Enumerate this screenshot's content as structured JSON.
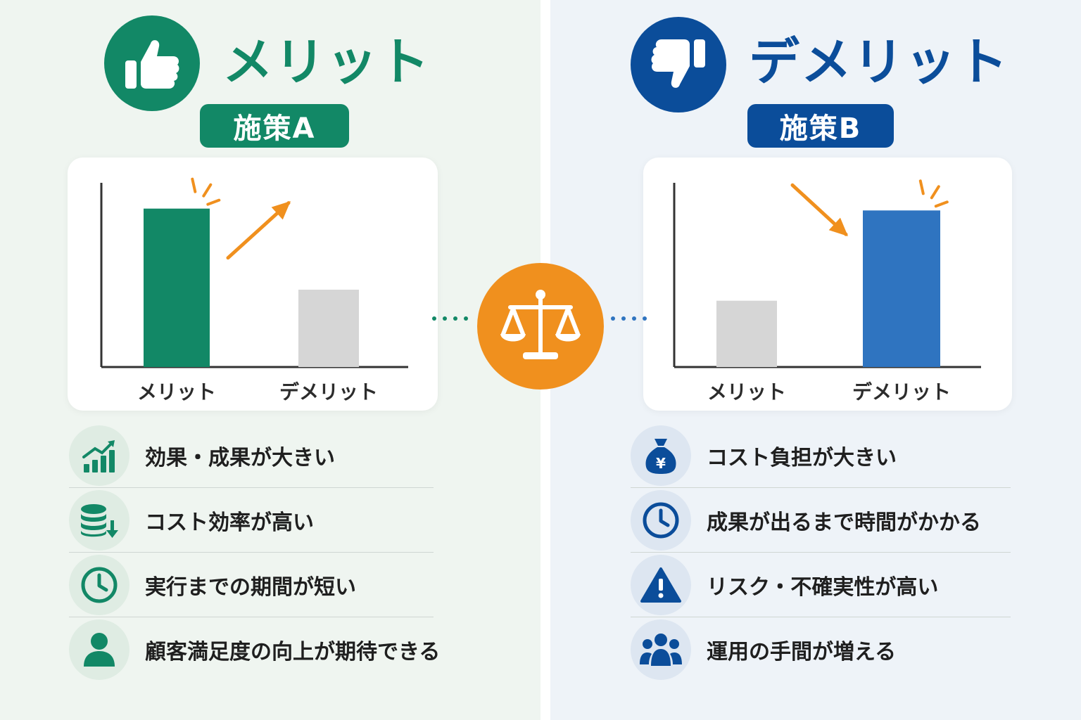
{
  "colors": {
    "merit": "#128866",
    "demerit": "#0b4d9a",
    "demerit_bar": "#2f74c0",
    "neutral_bar": "#d6d6d6",
    "accent": "#f0901e"
  },
  "merit": {
    "title": "メリット",
    "tag": "施策A",
    "header_icon": "thumbs-up-icon",
    "items": [
      {
        "icon": "growth-chart-icon",
        "text": "効果・成果が大きい"
      },
      {
        "icon": "coin-stack-down-icon",
        "text": "コスト効率が高い"
      },
      {
        "icon": "clock-icon",
        "text": "実行までの期間が短い"
      },
      {
        "icon": "person-icon",
        "text": "顧客満足度の向上が期待できる"
      }
    ]
  },
  "demerit": {
    "title": "デメリット",
    "tag": "施策B",
    "header_icon": "thumbs-down-icon",
    "items": [
      {
        "icon": "money-bag-icon",
        "text": "コスト負担が大きい"
      },
      {
        "icon": "clock-icon",
        "text": "成果が出るまで時間がかかる"
      },
      {
        "icon": "warning-icon",
        "text": "リスク・不確実性が高い"
      },
      {
        "icon": "group-icon",
        "text": "運用の手間が増える"
      }
    ]
  },
  "center_icon": "balance-scale-icon",
  "chart_data": [
    {
      "type": "bar",
      "categories": [
        "メリット",
        "デメリット"
      ],
      "values": [
        86,
        42
      ],
      "ylim": [
        0,
        100
      ],
      "highlight": 0,
      "trend": "up",
      "grid": false
    },
    {
      "type": "bar",
      "categories": [
        "メリット",
        "デメリット"
      ],
      "values": [
        36,
        85
      ],
      "ylim": [
        0,
        100
      ],
      "highlight": 1,
      "trend": "down",
      "grid": false
    }
  ]
}
